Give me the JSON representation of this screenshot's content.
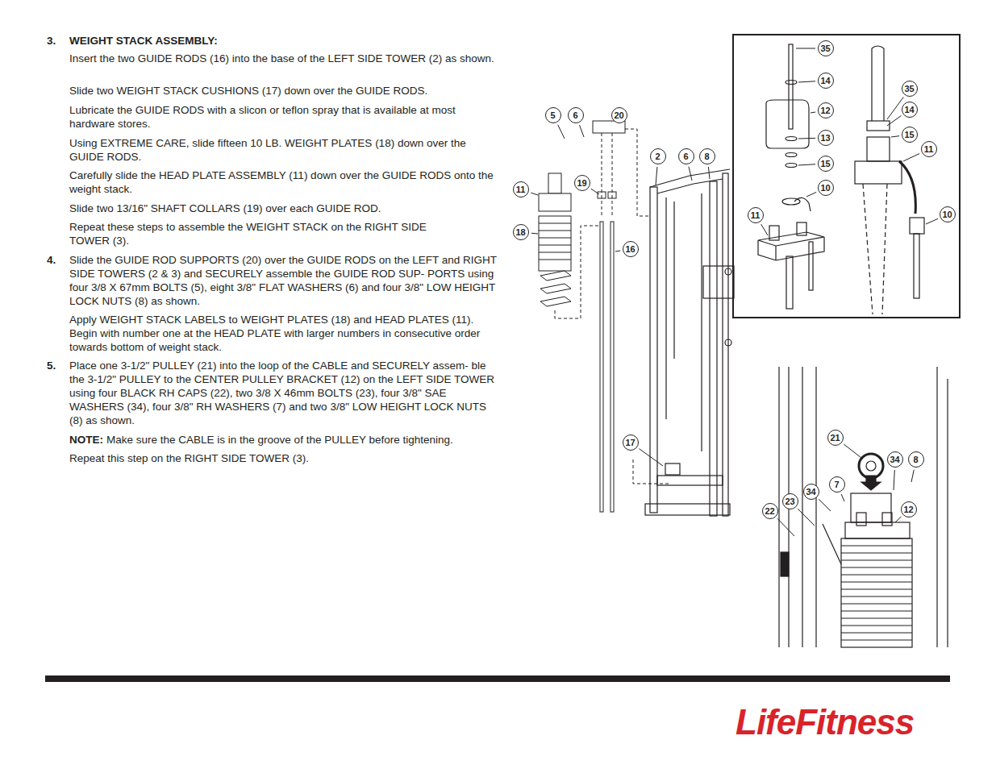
{
  "diagram": {
    "labels": [
      "3.",
      "WEIGHT STACK ASSEMBLY:",
      "Insert the two GUIDE RODS (16) into the base of the LEFT SIDE TOWER (2) as shown.",
      "Slide two WEIGHT STACK CUSHIONS (17) down over the GUIDE RODS.",
      "Lubricate the GUIDE RODS with a slicon or teflon spray that is available at most hardware stores.",
      "Using EXTREME CARE, slide fifteen 10 LB. WEIGHT PLATES (18) down over the GUIDE RODS.",
      "Carefully slide the HEAD PLATE ASSEMBLY (11) down over the GUIDE RODS onto the weight stack.",
      "Slide two 13/16\" SHAFT COLLARS (19) over each GUIDE ROD.",
      "Repeat these steps to assemble the WEIGHT STACK on the RIGHT SIDE TOWER (3).",
      "4.",
      "Slide the GUIDE ROD SUPPORTS (20) over the GUIDE RODS on the LEFT and RIGHT SIDE TOWERS (2 & 3) and SECURELY assemble the GUIDE ROD SUP- PORTS using four 3/8 X 67mm BOLTS (5), eight 3/8\" FLAT WASHERS (6) and four 3/8\" LOW HEIGHT LOCK NUTS (8) as shown.",
      "Apply WEIGHT STACK LABELS to WEIGHT PLATES (18) and HEAD PLATES (11). Begin with number one at the HEAD PLATE with larger numbers in consecutive order towards bottom of weight stack.",
      "5.",
      "Place one 3-1/2\" PULLEY (21) into the loop of the CABLE and SECURELY assem- ble the 3-1/2\" PULLEY to the CENTER PULLEY BRACKET (12) on the LEFT SIDE TOWER using four BLACK RH CAPS (22), two 3/8 X 46mm BOLTS (23), four 3/8\" SAE WASHERS (34), four 3/8\" RH WASHERS (7) and two 3/8\" LOW HEIGHT LOCK NUTS (8) as shown.",
      "NOTE:",
      "Make sure the CABLE is in the groove of the PULLEY before tightening.",
      "Repeat this step on the RIGHT SIDE TOWER (3).",
      "5",
      "6",
      "20",
      "2",
      "6",
      "8",
      "19",
      "11",
      "18",
      "16",
      "17",
      "35",
      "14",
      "35",
      "12",
      "14",
      "15",
      "13",
      "11",
      "15",
      "10",
      "10",
      "11",
      "21",
      "34",
      "8",
      "7",
      "34",
      "23",
      "12",
      "22",
      "LifeFitness"
    ]
  }
}
